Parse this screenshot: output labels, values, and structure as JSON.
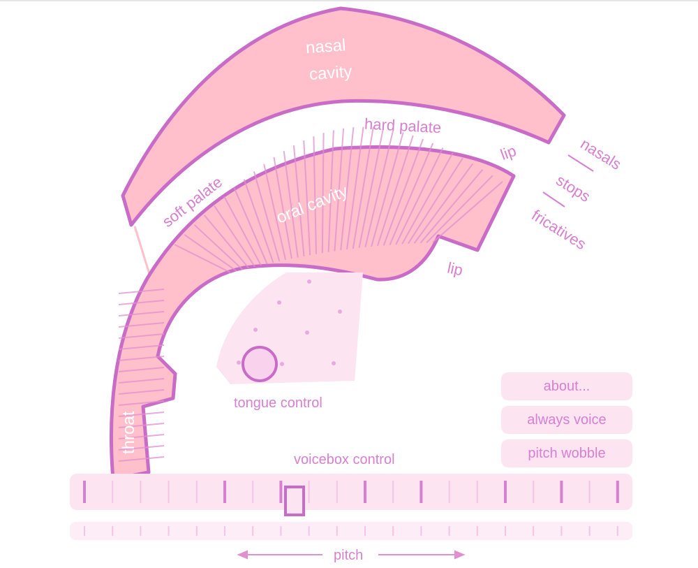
{
  "colors": {
    "fill": "#ffc0cb",
    "outline": "#c86cc8",
    "label": "#d77fd0",
    "panel": "#fde4f1",
    "ribs": "#e28fcf"
  },
  "labels": {
    "nasal": "nasal",
    "cavity_top": "cavity",
    "hard_palate": "hard palate",
    "soft_palate": "soft  palate",
    "oral_cavity": "oral  cavity",
    "lip_upper": "lip",
    "lip_lower": "lip",
    "nasals": "nasals",
    "stops": "stops",
    "fricatives": "fricatives",
    "throat": "throat",
    "tongue_control": "tongue control",
    "voicebox_control": "voicebox control",
    "pitch": "pitch"
  },
  "buttons": {
    "about": "about...",
    "always_voice": "always voice",
    "pitch_wobble": "pitch wobble"
  }
}
